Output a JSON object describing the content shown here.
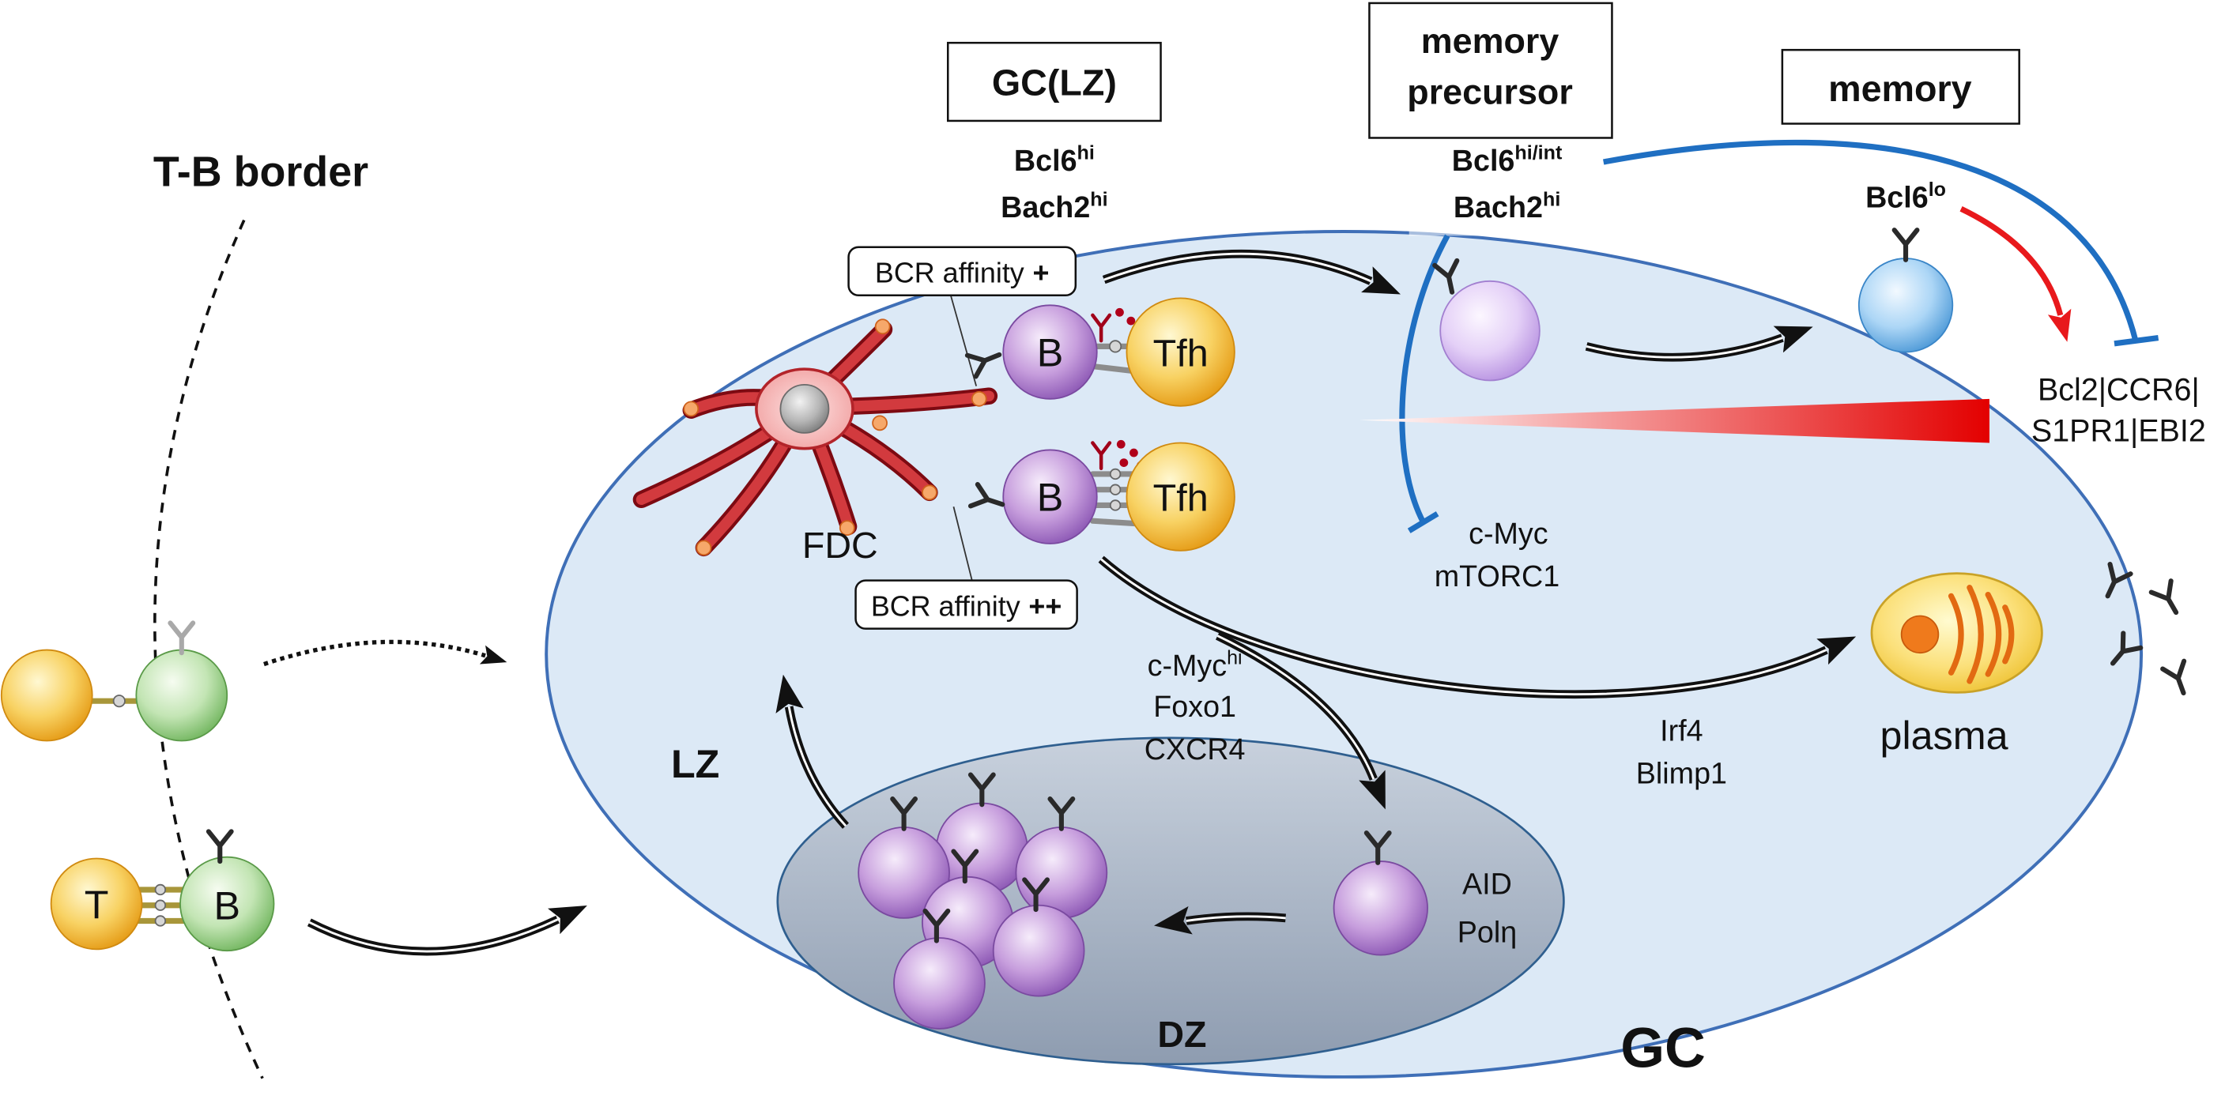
{
  "labels": {
    "tb_border": "T-B border",
    "gc": "GC",
    "lz": "LZ",
    "dz": "DZ",
    "fdc": "FDC",
    "plasma": "plasma"
  },
  "cells": {
    "b": "B",
    "tfh": "Tfh",
    "t": "T"
  },
  "stage_boxes": {
    "gc_lz": "GC(LZ)",
    "memory_precursor_line1": "memory",
    "memory_precursor_line2": "precursor",
    "memory": "memory"
  },
  "gc_lz_markers": {
    "bcl6": {
      "base": "Bcl6",
      "sup": "hi"
    },
    "bach2": {
      "base": "Bach2",
      "sup": "hi"
    }
  },
  "precursor_markers": {
    "bcl6": {
      "base": "Bcl6",
      "sup": "hi/int"
    },
    "bach2": {
      "base": "Bach2",
      "sup": "hi"
    }
  },
  "memory_markers": {
    "bcl6": {
      "base": "Bcl6",
      "sup": "lo"
    }
  },
  "target_genes": {
    "line1": "Bcl2|CCR6|",
    "line2": "S1PR1|EBI2"
  },
  "precursor_repressed": {
    "line1": "c-Myc",
    "line2": "mTORC1"
  },
  "bcr_affinity": {
    "low": {
      "text": "BCR affinity",
      "mark": "+"
    },
    "high": {
      "text": "BCR affinity",
      "mark": "++"
    }
  },
  "dz_entry_factors": {
    "c_myc": {
      "base": "c-Myc",
      "sup": "hi"
    },
    "foxo1": "Foxo1",
    "cxcr4": "CXCR4"
  },
  "plasma_factors": {
    "irf4": "Irf4",
    "blimp1": "Blimp1"
  },
  "dz_enzymes": {
    "aid": "AID",
    "pol": "Polη"
  },
  "colors": {
    "gc_zone_fill": "#dce9f6",
    "gc_zone_stroke": "#3f6fb7",
    "inhibition": "#1f6fc2",
    "activation": "#e8191c"
  }
}
